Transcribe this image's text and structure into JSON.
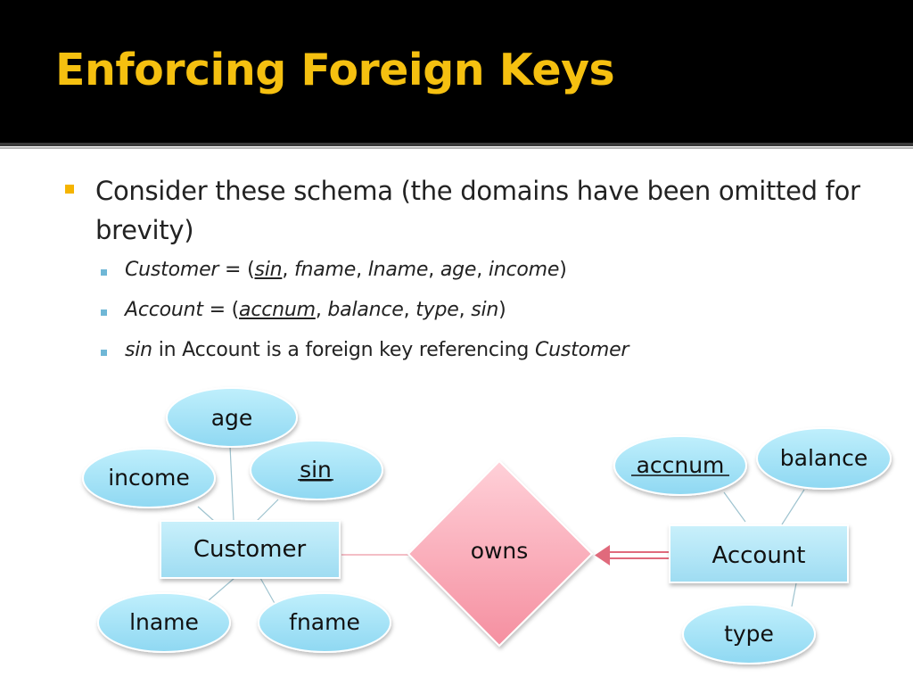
{
  "slide": {
    "title": "Enforcing Foreign Keys",
    "bullet_main": "Consider these schema (the domains have been omitted for brevity)",
    "customer_line": {
      "relation": "Customer",
      "eq": " = (",
      "key": "sin",
      "rest": [
        ", ",
        "fname",
        ", ",
        "lname",
        ", ",
        "age",
        ", ",
        "income"
      ],
      "close": ")"
    },
    "account_line": {
      "relation": "Account",
      "eq": " = (",
      "key": "accnum",
      "rest": [
        ", ",
        "balance",
        ", ",
        "type",
        ", ",
        "sin"
      ],
      "close": ")"
    },
    "fk_line": {
      "attr": "sin",
      "middle": " in Account is a foreign key referencing ",
      "target": "Customer"
    }
  },
  "diagram": {
    "customer_entity": "Customer",
    "account_entity": "Account",
    "relationship": "owns",
    "customer_attrs": {
      "age": "age",
      "income": "income",
      "sin": "sin",
      "lname": "lname",
      "fname": "fname"
    },
    "account_attrs": {
      "accnum": "accnum",
      "balance": "balance",
      "type": "type"
    }
  },
  "colors": {
    "title": "#f5c010",
    "title_bg": "#000000",
    "bullet_main": "#f5b400",
    "bullet_sub": "#6fb7d6",
    "diamond": "#f7a4b0",
    "arrow": "#e06a7c"
  }
}
